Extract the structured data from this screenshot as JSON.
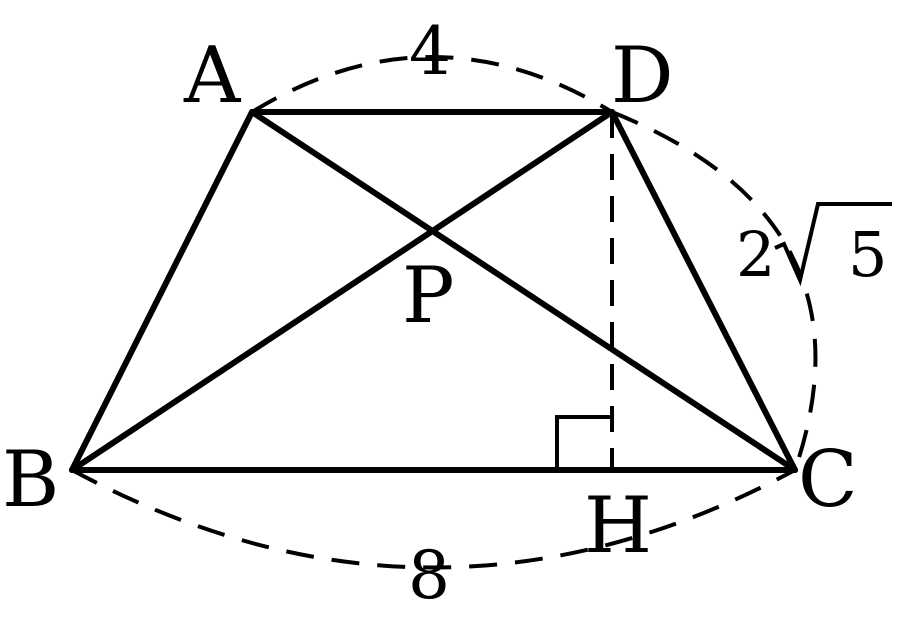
{
  "diagram": {
    "points": {
      "A": "A",
      "B": "B",
      "C": "C",
      "D": "D",
      "P": "P",
      "H": "H"
    },
    "lengths": {
      "AD": "4",
      "BC": "8",
      "CD_coefficient": "2",
      "CD_radicand": "5"
    }
  }
}
